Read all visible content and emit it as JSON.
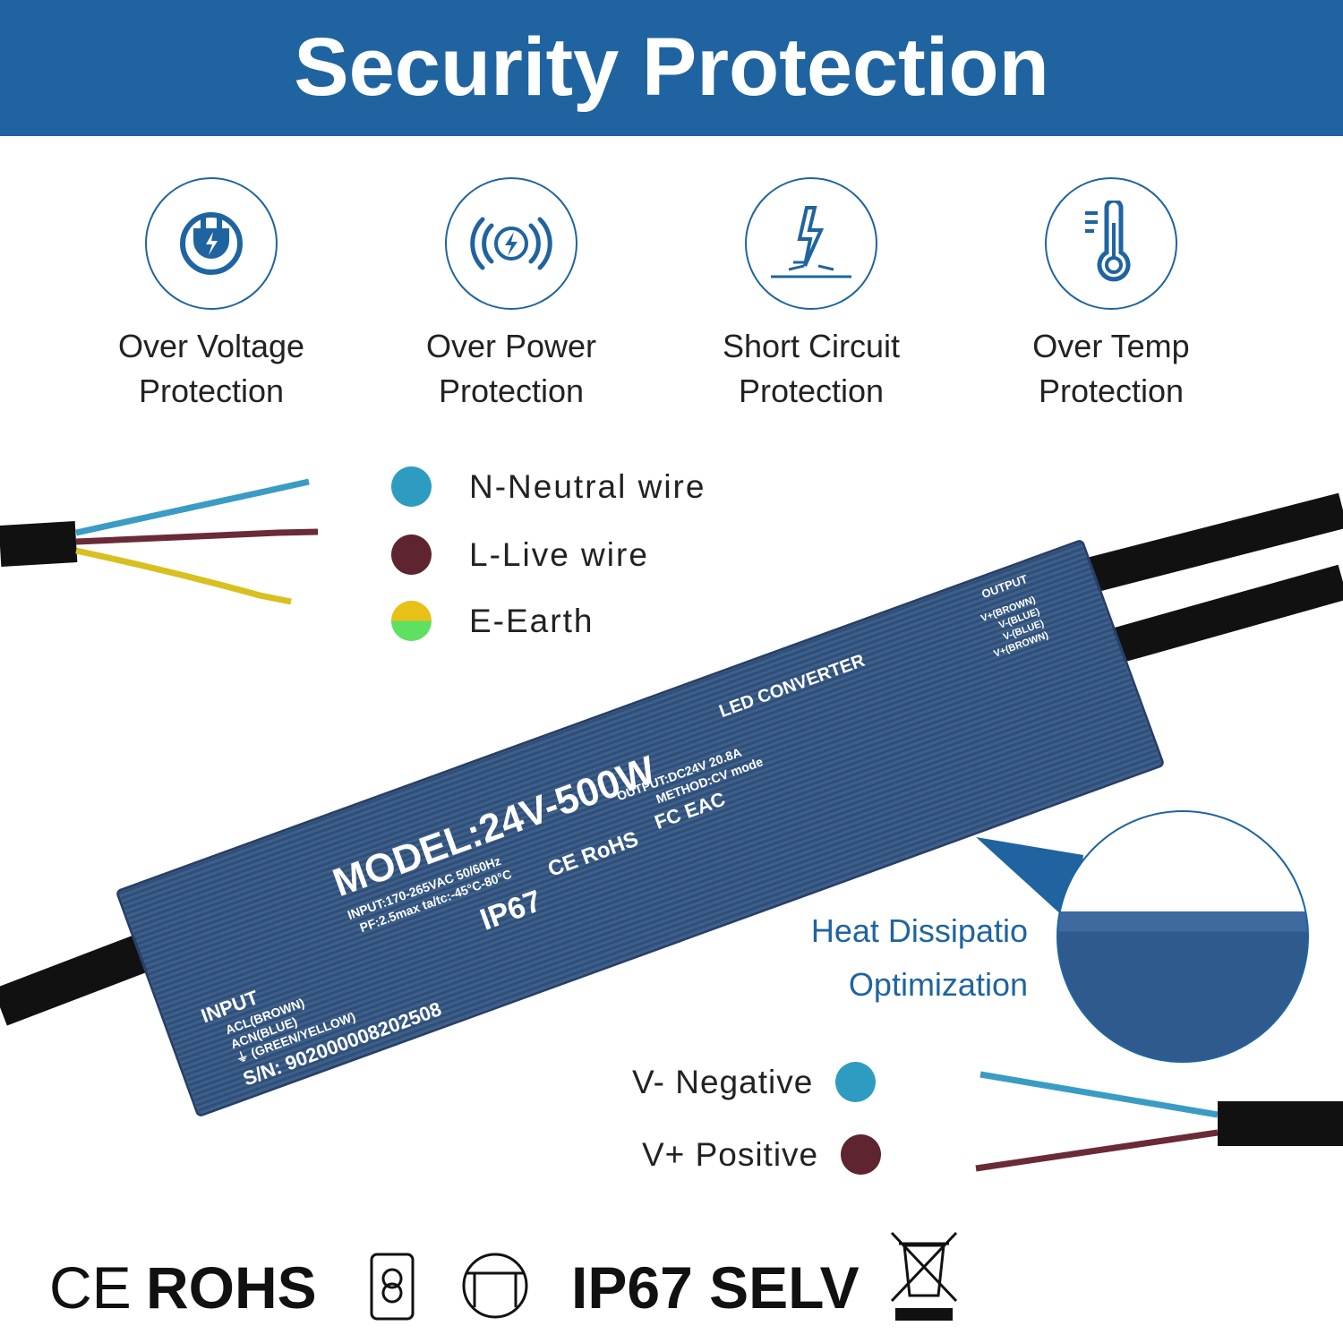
{
  "header": {
    "title": "Security Protection"
  },
  "features": [
    {
      "icon": "plug-bolt-icon",
      "line1": "Over Voltage",
      "line2": "Protection"
    },
    {
      "icon": "power-wave-icon",
      "line1": "Over Power",
      "line2": "Protection"
    },
    {
      "icon": "short-circuit-icon",
      "line1": "Short Circuit",
      "line2": "Protection"
    },
    {
      "icon": "thermometer-icon",
      "line1": "Over Temp",
      "line2": "Protection"
    }
  ],
  "input_legend": [
    {
      "label": "N-Neutral wire",
      "color": "#2e9cc0"
    },
    {
      "label": "L-Live wire",
      "color": "#5e2430"
    },
    {
      "label": "E-Earth",
      "color": "#e8c018/#5ee060"
    }
  ],
  "output_legend": [
    {
      "label": "V- Negative",
      "color": "#2e9cc0"
    },
    {
      "label": "V+ Positive",
      "color": "#5e2430"
    }
  ],
  "heat": {
    "line1": "Heat Dissipatio",
    "line2": "Optimization"
  },
  "device": {
    "model": "MODEL:24V-500W",
    "input_spec": "INPUT:170-265VAC 50/60Hz",
    "pf": "PF:2.5max ta/tc:-45°C-80°C",
    "ip": "IP67",
    "ce_rohs": "CE RoHS",
    "fc": "FC EAC",
    "output_spec": "OUTPUT:DC24V 20.8A",
    "method": "METHOD:CV mode",
    "converter": "LED CONVERTER",
    "input_title": "INPUT",
    "input_pins": [
      "ACL(BROWN)",
      "ACN(BLUE)",
      "⏚ (GREEN/YELLOW)"
    ],
    "sn": "S/N: 902000008202508",
    "output_title": "OUTPUT",
    "output_pins": [
      "V+(BROWN)",
      "V-(BLUE)",
      "V-(BLUE)",
      "V+(BROWN)"
    ]
  },
  "certs": {
    "ce": "CE",
    "rohs": "ROHS",
    "ip_selv": "IP67 SELV"
  },
  "colors": {
    "brand": "#1f64a0",
    "housing": "#34547e"
  }
}
